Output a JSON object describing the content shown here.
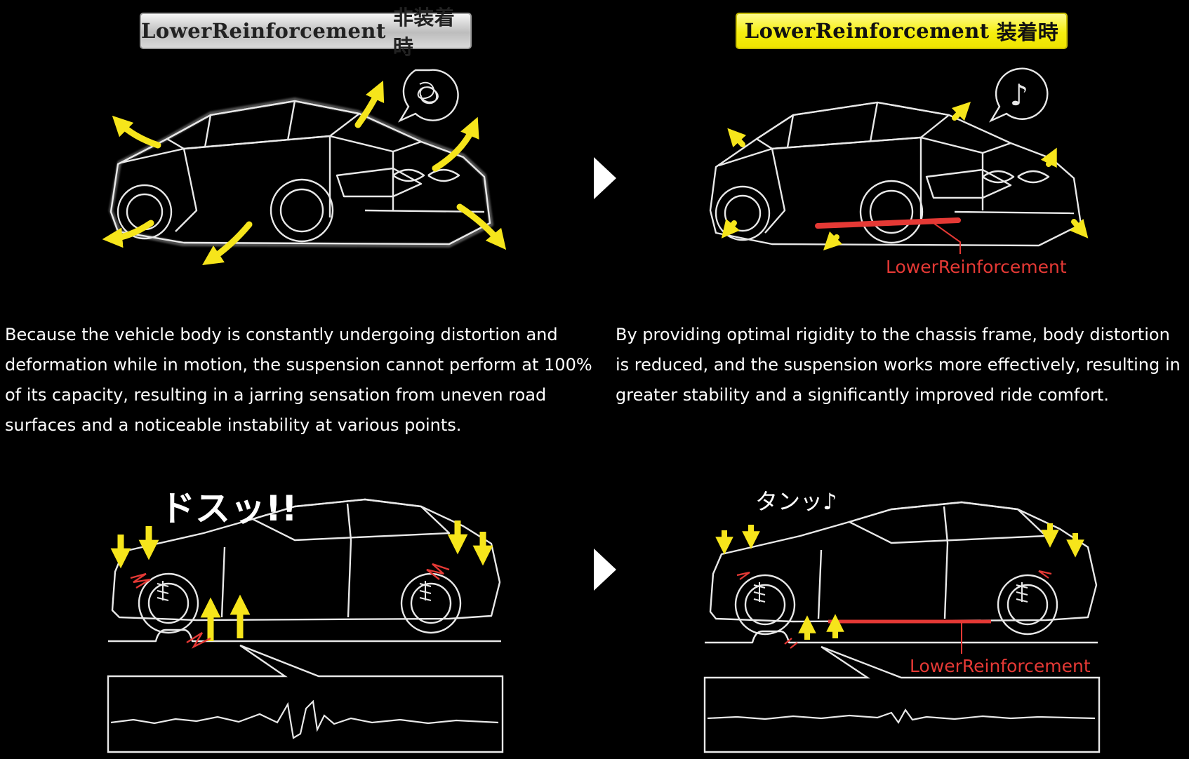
{
  "before": {
    "badge": {
      "label": "LowerReinforcement",
      "suffix": "非装着時",
      "color": "#c8c8c8"
    },
    "description": "Because the vehicle body is constantly undergoing distortion and deformation while in motion, the suspension cannot perform at 100% of its capacity, resulting in a jarring sensation from uneven road surfaces and a noticeable instability at various points.",
    "onomatopoeia": "ドスッ!!"
  },
  "after": {
    "badge": {
      "label": "LowerReinforcement",
      "suffix": "装着時",
      "color": "#f5ee10"
    },
    "description": "By providing optimal rigidity to the chassis frame, body distortion is reduced, and the suspension works more effectively, resulting in greater stability and a significantly improved ride comfort.",
    "part_label_top": "LowerReinforcement",
    "part_label_bottom": "LowerReinforcement",
    "onomatopoeia": "タンッ♪",
    "music_note": "♪"
  },
  "colors": {
    "arrow": "#f6e51b",
    "reinforcement": "#e53935",
    "line": "#e8e8e8"
  }
}
